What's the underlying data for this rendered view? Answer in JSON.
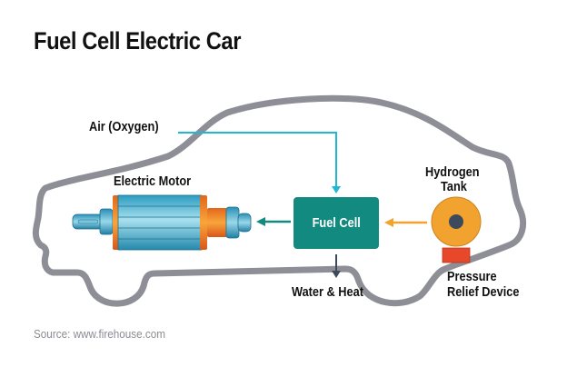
{
  "title": "Fuel Cell Electric Car",
  "labels": {
    "air": "Air (Oxygen)",
    "motor": "Electric Motor",
    "fuel_cell": "Fuel Cell",
    "water_heat": "Water & Heat",
    "hydrogen_tank_line1": "Hydrogen",
    "hydrogen_tank_line2": "Tank",
    "prd_line1": "Pressure",
    "prd_line2": "Relief Device"
  },
  "source": "Source: www.firehouse.com",
  "colors": {
    "car_outline": "#8e8e96",
    "fuel_cell": "#138a80",
    "air_arrow": "#1fb8d4",
    "hydrogen_arrow": "#f2a22e",
    "motor_arrow": "#138a80",
    "water_arrow": "#3d4a5c",
    "tank": "#f2a22e",
    "tank_core": "#3d4a5c",
    "relief_device": "#e8482a"
  }
}
